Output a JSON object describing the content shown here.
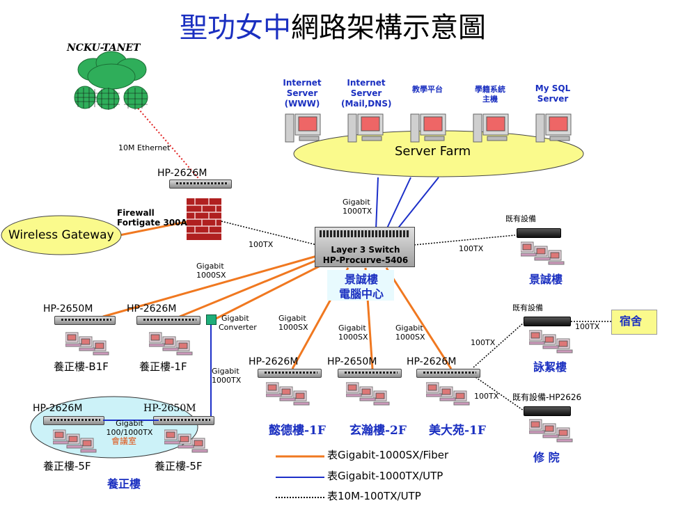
{
  "title_part1": "聖功女中",
  "title_part2": "網路架構示意圖",
  "cloud_label": "NCKU-TANET",
  "link_10m_ethernet": "10M Ethernet",
  "hp2626m_top": "HP-2626M",
  "firewall_label": "Firewall",
  "firewall_model": "Fortigate 300A",
  "wireless_gateway": "Wireless Gateway",
  "servers": [
    {
      "line1": "Internet",
      "line2": "Server",
      "line3": "(WWW)"
    },
    {
      "line1": "Internet",
      "line2": "Server",
      "line3": "(Mail,DNS)"
    },
    {
      "line1": "教學平台",
      "line2": "",
      "line3": ""
    },
    {
      "line1": "學籍系統",
      "line2": "主機",
      "line3": ""
    },
    {
      "line1": "My SQL",
      "line2": "Server",
      "line3": ""
    }
  ],
  "server_farm": "Server Farm",
  "gigabit_1000tx_top": {
    "l1": "Gigabit",
    "l2": "1000TX"
  },
  "core_switch": {
    "l1": "Layer 3 Switch",
    "l2": "HP-Procurve-5406"
  },
  "core_location": {
    "l1": "景誠樓",
    "l2": "電腦中心"
  },
  "link_100tx_fw": "100TX",
  "link_100tx_right": "100TX",
  "existing_equip": "既有設備",
  "building_jingcheng": "景誠樓",
  "gigabit_1000sx_left": {
    "l1": "Gigabit",
    "l2": "1000SX"
  },
  "gigabit_converter": {
    "l1": "Gigabit",
    "l2": "Converter"
  },
  "gigabit_1000sx_mid1": {
    "l1": "Gigabit",
    "l2": "1000SX"
  },
  "gigabit_1000sx_mid2": {
    "l1": "Gigabit",
    "l2": "1000SX"
  },
  "gigabit_1000sx_mid3": {
    "l1": "Gigabit",
    "l2": "1000SX"
  },
  "gigabit_1000tx_vert": {
    "l1": "Gigabit",
    "l2": "1000TX"
  },
  "hp2650m_b1": "HP-2650M",
  "hp2626m_1f": "HP-2626M",
  "yangzheng_b1f": "養正樓-B1F",
  "yangzheng_1f": "養正樓-1F",
  "hp2626m_yide": "HP-2626M",
  "hp2650m_xuanhan": "HP-2650M",
  "hp2626m_meida": "HP-2626M",
  "yide_1f": "懿德樓-1F",
  "xuanhan_2f": "玄瀚樓-2F",
  "meida_1f": "美大苑-1F",
  "existing_equip2": "既有設備",
  "dorm": "宿舍",
  "link_100tx_dorm": "100TX",
  "link_100tx_yongxie": "100TX",
  "building_yongxie": "詠絜樓",
  "link_100tx_xiuyuan": "100TX",
  "existing_equip_hp2626": "既有設備-HP2626",
  "building_xiuyuan": "修 院",
  "hp2626m_5f_left": "HP-2626M",
  "hp2650m_5f_right": "HP-2650M",
  "meeting_link": {
    "l1": "Gigabit",
    "l2": "100/1000TX"
  },
  "meeting_room": "會議室",
  "yangzheng_5f_left": "養正樓-5F",
  "yangzheng_5f_right": "養正樓-5F",
  "building_yangzheng": "養正樓",
  "legend": [
    {
      "label": "表Gigabit-1000SX/Fiber",
      "color": "#f07820",
      "style": "solid"
    },
    {
      "label": "表Gigabit-1000TX/UTP",
      "color": "#1c2fc8",
      "style": "solid"
    },
    {
      "label": "表10M-100TX/UTP",
      "color": "#000000",
      "style": "dotted"
    }
  ]
}
